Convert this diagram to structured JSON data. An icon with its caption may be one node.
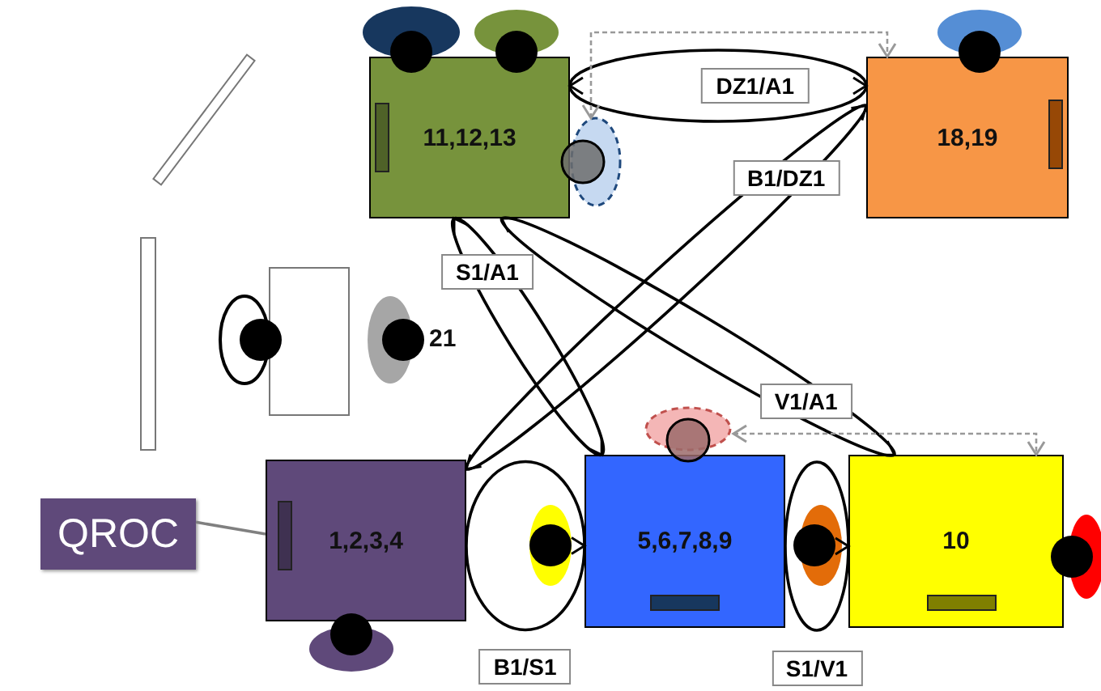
{
  "diagram": {
    "nodes": [
      {
        "text": [
          "11,12,13"
        ]
      },
      {
        "text": [
          "18,19"
        ]
      },
      {
        "text": [],
        "shape": "person"
      },
      {
        "text": [],
        "shape": "box",
        "beside": [
          "21"
        ]
      },
      {
        "text": [],
        "shape": "person"
      },
      {
        "text": [
          "QROC"
        ]
      },
      {
        "text": [
          "1,2,3,4"
        ]
      },
      {
        "text": [
          "5,6,7,8,9"
        ]
      },
      {
        "text": [
          "10"
        ]
      }
    ],
    "edges": [
      {
        "from": 0,
        "to": 1,
        "label": "DZ1/A1",
        "arrow": "both"
      },
      {
        "from": 6,
        "to": 1,
        "label": "B1/DZ1",
        "arrow": "both"
      },
      {
        "from": 0,
        "to": 7,
        "label": "S1/A1",
        "arrow": "both"
      },
      {
        "from": 0,
        "to": 8,
        "label": "V1/A1",
        "arrow": "both"
      },
      {
        "from": 6,
        "to": 7,
        "label": "B1/S1",
        "arrow": "to"
      },
      {
        "from": 7,
        "to": 8,
        "label": "S1/V1",
        "arrow": "to"
      },
      {
        "from": 2,
        "to": 1,
        "arrow": "both",
        "style": "dashed",
        "color": "#999999"
      },
      {
        "from": 4,
        "to": 8,
        "arrow": "both",
        "style": "dashed",
        "color": "#999999"
      },
      {
        "from": 5,
        "to": 6,
        "arrow": "none",
        "color": "#808080"
      }
    ]
  }
}
